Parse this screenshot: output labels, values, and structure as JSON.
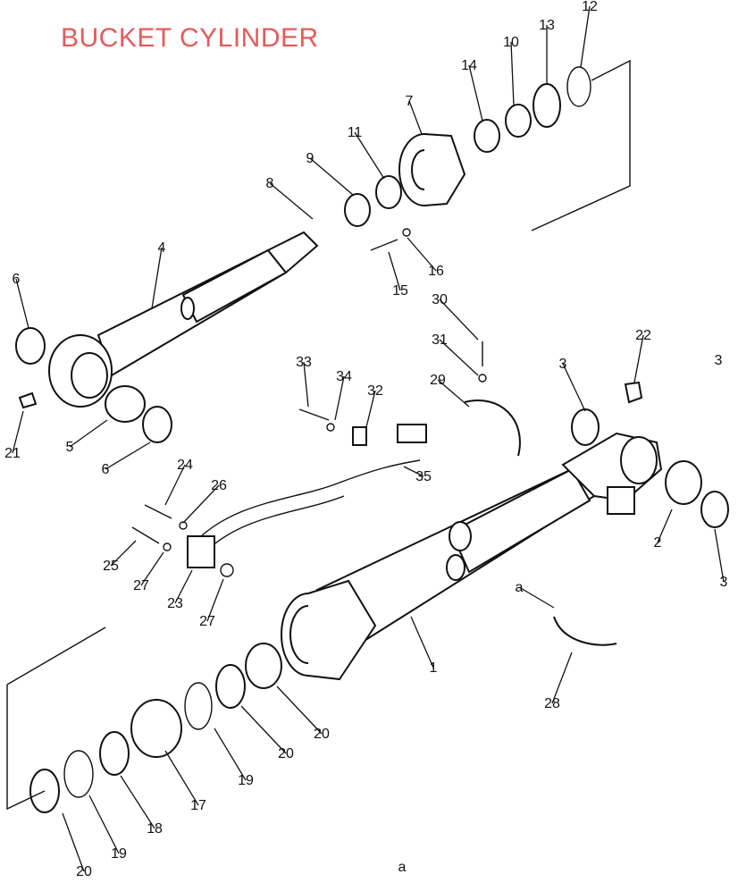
{
  "title": "BUCKET CYLINDER",
  "callouts": [
    "1",
    "2",
    "3",
    "3",
    "3",
    "4",
    "5",
    "6",
    "6",
    "7",
    "8",
    "9",
    "10",
    "11",
    "12",
    "13",
    "14",
    "15",
    "16",
    "17",
    "18",
    "19",
    "19",
    "20",
    "20",
    "20",
    "21",
    "22",
    "23",
    "24",
    "25",
    "26",
    "27",
    "27",
    "28",
    "29",
    "30",
    "31",
    "32",
    "33",
    "34",
    "35",
    "a",
    "a"
  ],
  "accent_color": "#e65a5a"
}
